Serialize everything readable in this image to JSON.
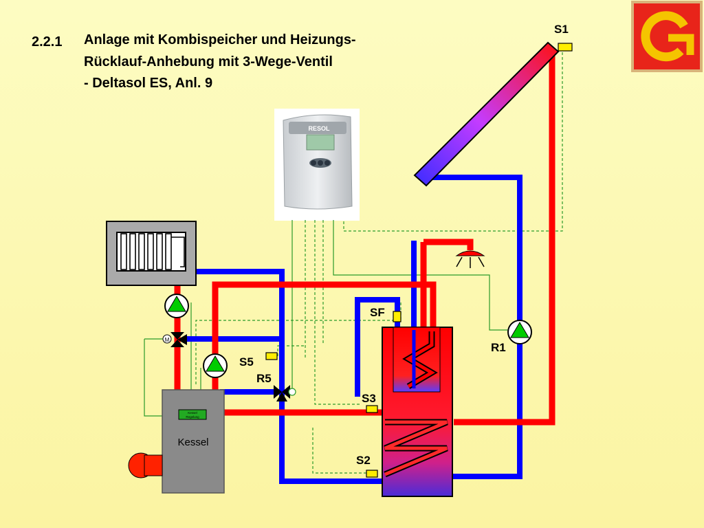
{
  "title": {
    "number": "2.2.1",
    "line1": "Anlage mit Kombispeicher und Heizungs-",
    "line2": "Rücklauf-Anhebung mit 3-Wege-Ventil",
    "line3": "- Deltasol ES, Anl. 9"
  },
  "controller": {
    "brand": "RESOL"
  },
  "labels": {
    "s1": "S1",
    "sf": "SF",
    "s5": "S5",
    "r5": "R5",
    "s3": "S3",
    "r1": "R1",
    "s2": "S2",
    "kessel": "Kessel",
    "valve_motor": "M",
    "kessel_regelung_1": "Kessel",
    "kessel_regelung_2": "Regelung"
  },
  "logo": {
    "letter": "G"
  },
  "colors": {
    "hot": "#ff0000",
    "cold": "#0000ff",
    "signal": "#009900",
    "sensor": "#ffee00",
    "pump": "#00cc00",
    "boiler": "#8a8a8a",
    "logo_bg": "#e8241a",
    "logo_fg": "#f5c400"
  }
}
